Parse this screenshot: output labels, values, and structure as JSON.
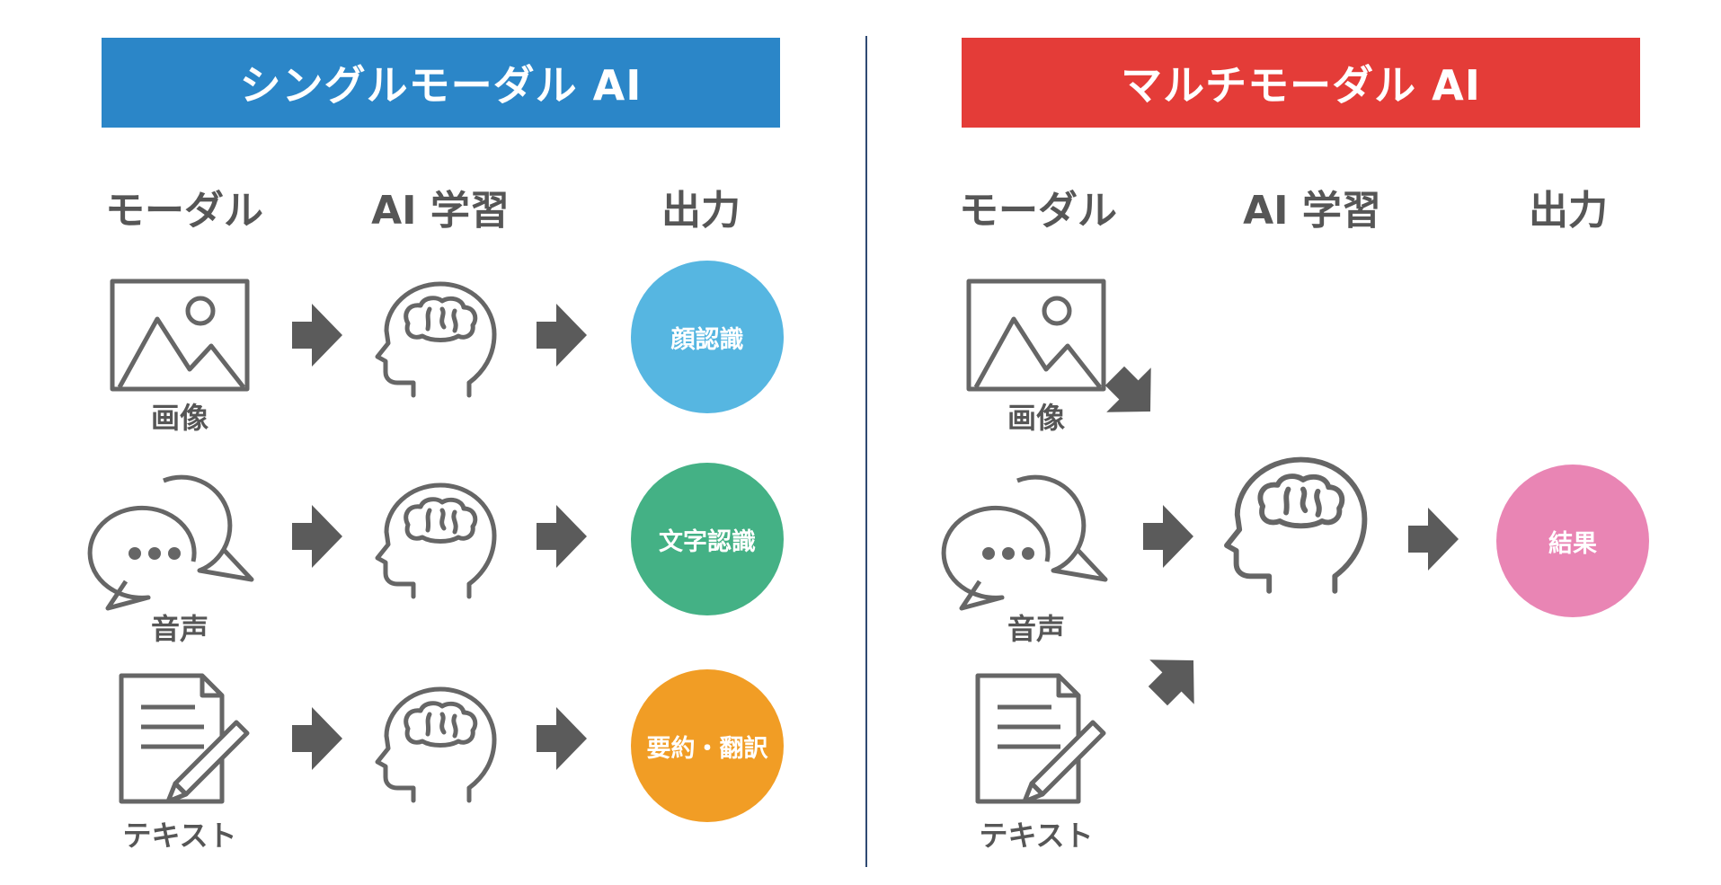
{
  "colors": {
    "single_header": "#2b86c8",
    "multi_header": "#e43c38",
    "icon_stroke": "#666666",
    "arrow": "#5b5b5b",
    "divider": "#2f4a73",
    "face": "#56b6e1",
    "speech": "#44b185",
    "translate": "#f19d25",
    "result": "#e985b4"
  },
  "single": {
    "title": "シングルモーダル AI",
    "headers": {
      "modal": "モーダル",
      "learning": "AI 学習",
      "output": "出力"
    },
    "rows": [
      {
        "input_label": "画像",
        "input_icon": "image-icon",
        "output": "顔認識"
      },
      {
        "input_label": "音声",
        "input_icon": "speech-bubbles-icon",
        "output": "文字認識"
      },
      {
        "input_label": "テキスト",
        "input_icon": "document-pencil-icon",
        "output": "要約・翻訳"
      }
    ]
  },
  "multi": {
    "title": "マルチモーダル AI",
    "headers": {
      "modal": "モーダル",
      "learning": "AI 学習",
      "output": "出力"
    },
    "inputs": [
      {
        "label": "画像",
        "icon": "image-icon"
      },
      {
        "label": "音声",
        "icon": "speech-bubbles-icon"
      },
      {
        "label": "テキスト",
        "icon": "document-pencil-icon"
      }
    ],
    "output": "結果"
  }
}
